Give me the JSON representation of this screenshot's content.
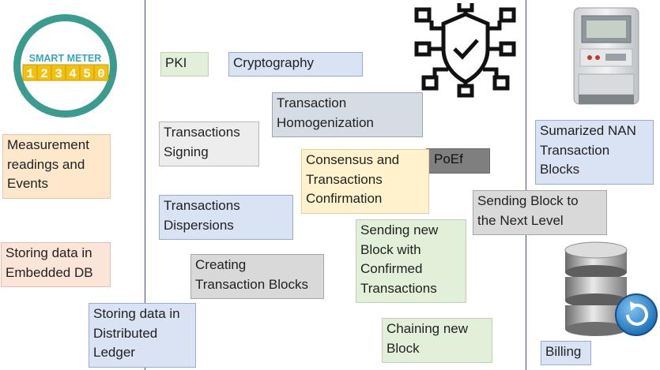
{
  "smart_meter": {
    "title": "SMART METER",
    "digits": [
      "1",
      "2",
      "3",
      "4",
      "5",
      "0"
    ]
  },
  "boxes": {
    "measurement": [
      "Measurement",
      "readings and",
      "Events"
    ],
    "storing_embedded": [
      "Storing data in",
      "Embedded DB"
    ],
    "storing_distributed": [
      "Storing data in",
      "Distributed",
      "Ledger"
    ],
    "pki": [
      "PKI"
    ],
    "cryptography": [
      "Cryptography"
    ],
    "transaction_homogenization": [
      "Transaction",
      "Homogenization"
    ],
    "transactions_signing": [
      "Transactions",
      "Signing"
    ],
    "consensus": [
      "Consensus and",
      "Transactions",
      "Confirmation"
    ],
    "poef": [
      "PoEf"
    ],
    "transactions_dispersions": [
      "Transactions",
      "Dispersions"
    ],
    "creating_blocks": [
      "Creating",
      "Transaction Blocks"
    ],
    "sending_new_block": [
      "Sending new",
      "Block with",
      "Confirmed",
      "Transactions"
    ],
    "chaining_new_block": [
      "Chaining new",
      "Block"
    ],
    "sending_next_level": [
      "Sending Block to",
      "the Next Level"
    ],
    "summarized_nan": [
      "Sumarized NAN",
      "Transaction",
      "Blocks"
    ],
    "billing": [
      "Billing"
    ]
  },
  "colors": {
    "divider": "#2f5597",
    "meter_ring": "#3a9b8f",
    "meter_text": "#37a7c0",
    "digit_bg": "#f3c010"
  },
  "icons": [
    "smart-meter-logo-icon",
    "shield-network-icon",
    "electric-meter-icon",
    "database-sync-icon"
  ]
}
